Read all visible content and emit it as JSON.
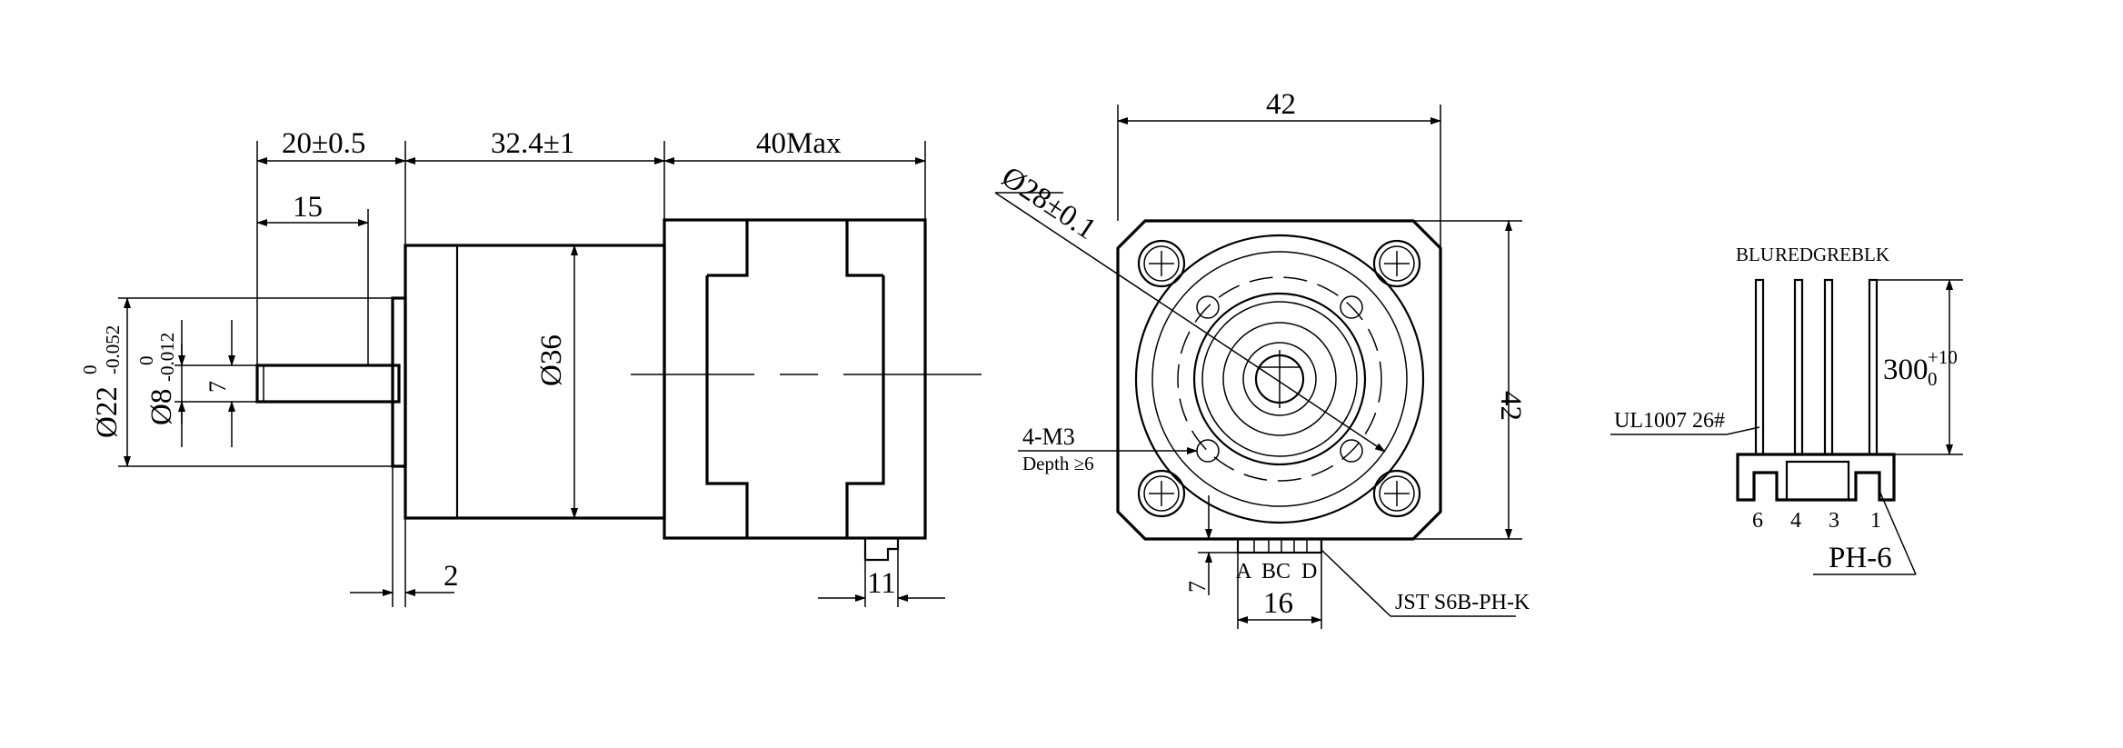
{
  "side_view": {
    "dim_shaft_length": "20±0.5",
    "dim_body_length": "32.4±1",
    "dim_motor_length": "40Max",
    "dim_shaft_flat": "15",
    "dim_shaft_dia_main": "Ø22",
    "dim_shaft_dia_main_tol_upper": "0",
    "dim_shaft_dia_main_tol_lower": "-0.052",
    "dim_shaft_dia": "Ø8",
    "dim_shaft_dia_tol_upper": "0",
    "dim_shaft_dia_tol_lower": "-0.012",
    "dim_flat_depth": "7",
    "dim_body_dia": "Ø36",
    "dim_flange_thick": "2",
    "dim_connector": "11"
  },
  "front_view": {
    "dim_width": "42",
    "dim_height": "42",
    "dim_pilot": "Ø28±0.1",
    "holes_label": "4-M3",
    "holes_depth": "Depth ≥6",
    "connector_pins": "A  BC  D",
    "dim_connector_width": "16",
    "dim_connector_height": "7",
    "connector_part": "JST S6B-PH-K"
  },
  "wiring": {
    "wire_colors": [
      "BLU",
      "RED",
      "GRE",
      "BLK"
    ],
    "pin_numbers": [
      "6",
      "4",
      "3",
      "1"
    ],
    "wire_length": "300",
    "wire_length_tol_upper": "+10",
    "wire_length_tol_lower": "0",
    "wire_spec": "UL1007 26#",
    "housing": "PH-6"
  }
}
